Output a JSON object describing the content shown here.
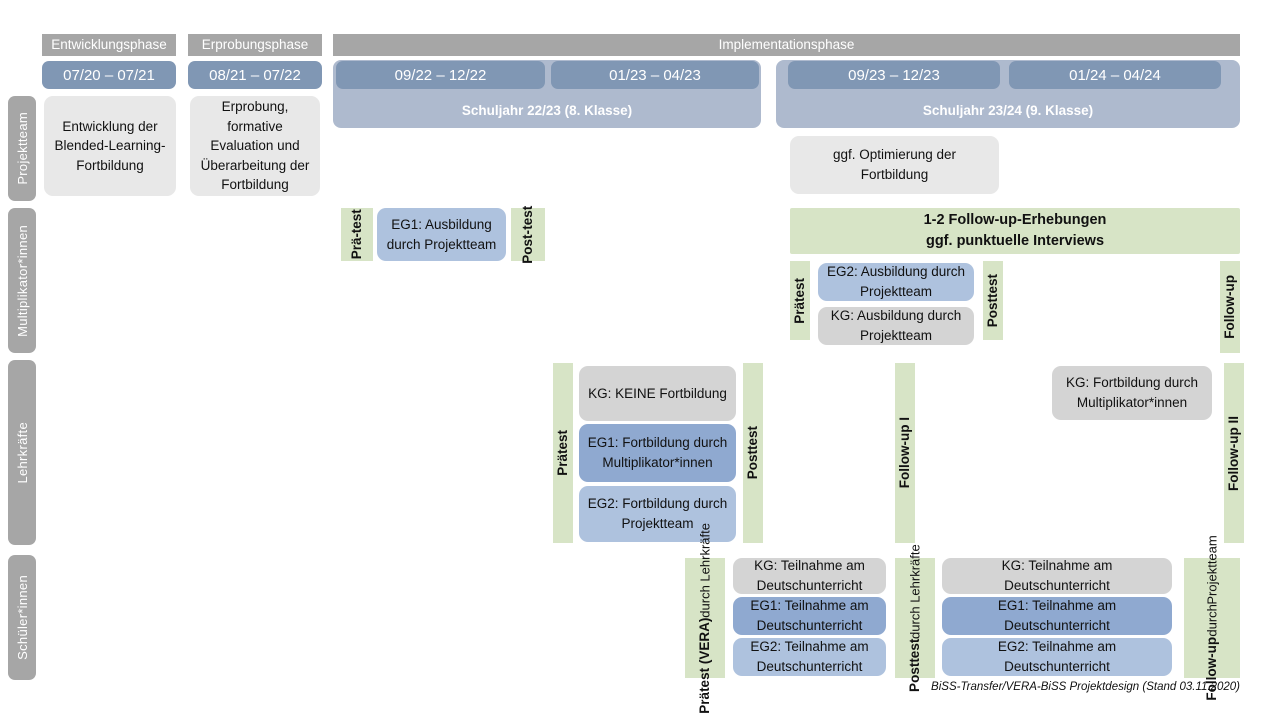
{
  "diagram": {
    "title": "BiSS-Transfer/VERA-BiSS Projektdesign",
    "footer": "BiSS-Transfer/VERA-BiSS Projektdesign (Stand 03.11.2020)",
    "colors": {
      "phase_bar": "#a6a6a6",
      "period_chip": "#8097b4",
      "school_year": "#aebace",
      "row_label": "#a6a6a6",
      "green_test": "#d7e4c6",
      "box_gray_light": "#e8e8e8",
      "box_gray": "#d4d4d4",
      "box_blue_dark": "#8fa9d0",
      "box_blue_light": "#aec2de"
    }
  },
  "phases": [
    {
      "label": "Entwicklungsphase"
    },
    {
      "label": "Erprobungsphase"
    },
    {
      "label": "Implementationsphase"
    }
  ],
  "periods": [
    {
      "label": "07/20 – 07/21"
    },
    {
      "label": "08/21 – 07/22"
    },
    {
      "label": "09/22 – 12/22"
    },
    {
      "label": "01/23 – 04/23"
    },
    {
      "label": "09/23 – 12/23"
    },
    {
      "label": "01/24 – 04/24"
    }
  ],
  "school_years": [
    {
      "label": "Schuljahr 22/23 (8. Klasse)"
    },
    {
      "label": "Schuljahr 23/24 (9. Klasse)"
    }
  ],
  "rows": [
    {
      "label": "Projektteam"
    },
    {
      "label": "Multiplikator*innen"
    },
    {
      "label": "Lehrkräfte"
    },
    {
      "label": "Schüler*innen"
    }
  ],
  "projektteam": {
    "entwicklung": "Entwicklung der Blended-Learning-Fortbildung",
    "erprobung": "Erprobung, formative Evaluation und Überarbeitung der Fortbildung",
    "optimierung": "ggf. Optimierung der Fortbildung"
  },
  "multiplikatoren": {
    "praetest_1_line1": "Prä-",
    "praetest_1_line2": "test",
    "eg1": "EG1: Ausbildung durch Projektteam",
    "posttest_1_line1": "Post-",
    "posttest_1_line2": "test",
    "followup_banner_line1": "1-2 Follow-up-Erhebungen",
    "followup_banner_line2": "ggf. punktuelle Interviews",
    "praetest_2": "Prätest",
    "eg2": "EG2: Ausbildung durch Projektteam",
    "kg": "KG: Ausbildung durch Projektteam",
    "posttest_2": "Posttest",
    "followup": "Follow-up"
  },
  "lehrkraefte": {
    "praetest": "Prätest",
    "kg": "KG:  KEINE Fortbildung",
    "eg1": "EG1: Fortbildung durch Multiplikator*innen",
    "eg2": "EG2: Fortbildung durch Projektteam",
    "posttest": "Posttest",
    "followup_1": "Follow-up I",
    "kg_2": "KG: Fortbildung durch Multiplikator*innen",
    "followup_2": "Follow-up II"
  },
  "schueler": {
    "praetest_bold": "Prätest (VERA)",
    "praetest_sub": "durch Lehrkräfte",
    "kg_1": "KG: Teilnahme am Deutschunterricht",
    "eg1_1": "EG1: Teilnahme am Deutschunterricht",
    "eg2_1": "EG2: Teilnahme am Deutschunterricht",
    "posttest_bold": "Posttest",
    "posttest_sub": "durch Lehrkräfte",
    "kg_2": "KG: Teilnahme am Deutschunterricht",
    "eg1_2": "EG1: Teilnahme am Deutschunterricht",
    "eg2_2": "EG2: Teilnahme am Deutschunterricht",
    "followup_bold": "Follow-up",
    "followup_sub1": "durch",
    "followup_sub2": "Projektteam"
  }
}
